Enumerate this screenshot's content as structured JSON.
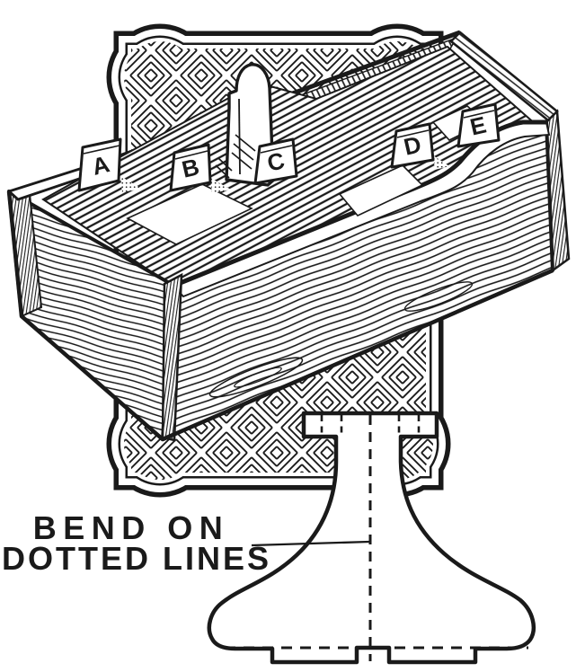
{
  "colors": {
    "ink": "#1a1a1a",
    "paper": "#ffffff"
  },
  "index_tabs": [
    {
      "label": "A"
    },
    {
      "label": "B"
    },
    {
      "label": "C"
    },
    {
      "label": "D"
    },
    {
      "label": "E"
    }
  ],
  "annotation": {
    "line1": "BEND ON",
    "line2": "DOTTED LINES"
  }
}
